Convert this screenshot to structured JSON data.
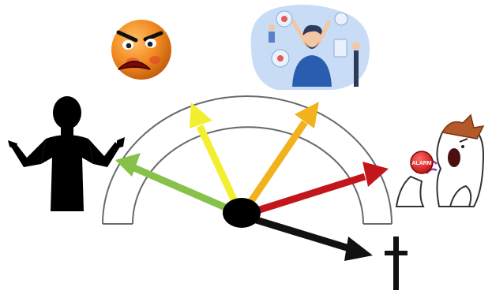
{
  "diagram": {
    "type": "gauge-with-arrows",
    "arrows": [
      {
        "id": "green",
        "color": "#86c24a"
      },
      {
        "id": "yellow",
        "color": "#f2ef2e"
      },
      {
        "id": "orange",
        "color": "#f2b21c"
      },
      {
        "id": "red",
        "color": "#c3161c"
      },
      {
        "id": "black",
        "color": "#111111"
      }
    ],
    "icons": {
      "left": "shrugging-person-icon",
      "top_left": "angry-face-icon",
      "top_center": "stressed-person-illustration",
      "right": "screaming-man-with-alarm-button-icon",
      "bottom_right": "cross-icon"
    },
    "alarm_button_text": "ALARM",
    "colors": {
      "gauge_stroke": "#6a6a6a",
      "hub": "#000000",
      "angry_face": "#f08a22",
      "illustration_bg": "#c9dcf5"
    }
  }
}
